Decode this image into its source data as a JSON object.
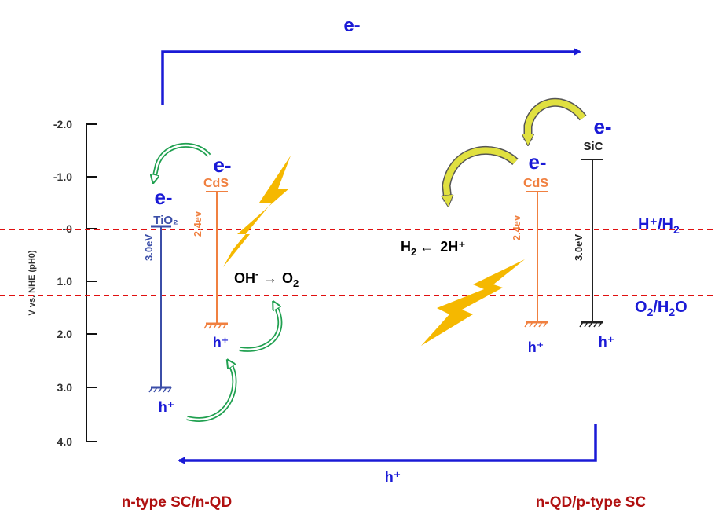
{
  "axis": {
    "label": "V vs. NHE (pH0)",
    "ticks": [
      "-2.0",
      "-1.0",
      "-0",
      "1.0",
      "2.0",
      "3.0",
      "4.0"
    ]
  },
  "top_flow": {
    "label": "e-"
  },
  "bottom_flow": {
    "label": "h⁺"
  },
  "reference_lines": {
    "h_label": "H⁺/H",
    "h_sub": "2",
    "o_label": "O",
    "o_sub": "2",
    "o_label2": "/H",
    "o_sub2": "2",
    "o_label3": "O"
  },
  "left_system": {
    "title": "n-type SC/n-QD",
    "tio2_label": "TiO₂",
    "tio2_gap": "3.0eV",
    "cds_label": "CdS",
    "cds_gap": "2.4ev",
    "electron_1": "e-",
    "electron_2": "e-",
    "hole_1": "h⁺",
    "hole_2": "h⁺",
    "reaction_a": "OH",
    "reaction_a_sup": "-",
    "reaction_arrow": "→",
    "reaction_b": "O",
    "reaction_b_sub": "2"
  },
  "right_system": {
    "title": "n-QD/p-type SC",
    "sic_label": "SiC",
    "sic_gap": "3.0eV",
    "cds_label": "CdS",
    "cds_gap": "2.4ev",
    "electron_1": "e-",
    "electron_2": "e-",
    "hole_1": "h⁺",
    "hole_2": "h⁺",
    "reaction_a": "H",
    "reaction_a_sub": "2",
    "reaction_arrow": "←",
    "reaction_b": "2H⁺"
  },
  "colors": {
    "flow_arrow": "#1a1ad6",
    "ref_line": "#e01010",
    "tio2": "#3b4ea8",
    "cds": "#f08040",
    "sic": "#222222",
    "green_arrow": "#20a050",
    "yellow_arrow": "#d8d830",
    "lightning": "#f5b800",
    "title_red": "#b01010",
    "blue_text": "#1a1ad6"
  }
}
